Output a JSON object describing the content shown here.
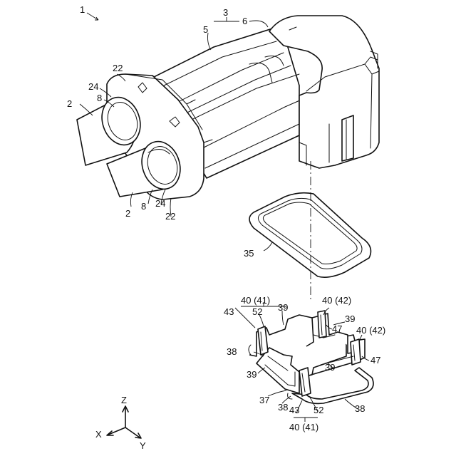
{
  "figure": {
    "labels": {
      "fig": "1",
      "l3": "3",
      "l5": "5",
      "l6": "6",
      "l22a": "22",
      "l24a": "24",
      "l8a": "8",
      "l2a": "2",
      "l2b": "2",
      "l8b": "8",
      "l24b": "24",
      "l22b": "22",
      "l35": "35",
      "l40_41a": "40 (41)",
      "l43a": "43",
      "l52a": "52",
      "l39a": "39",
      "l40_42a": "40 (42)",
      "l47a": "47",
      "l39b": "39",
      "l40_42b": "40 (42)",
      "l38a": "38",
      "l47b": "47",
      "l39c": "39",
      "l39d": "39",
      "l37": "37",
      "l38b": "38",
      "l43b": "43",
      "l52b": "52",
      "l40_41b": "40 (41)",
      "l38c": "38"
    },
    "axes": {
      "z": "Z",
      "x": "X",
      "y": "Y"
    }
  }
}
